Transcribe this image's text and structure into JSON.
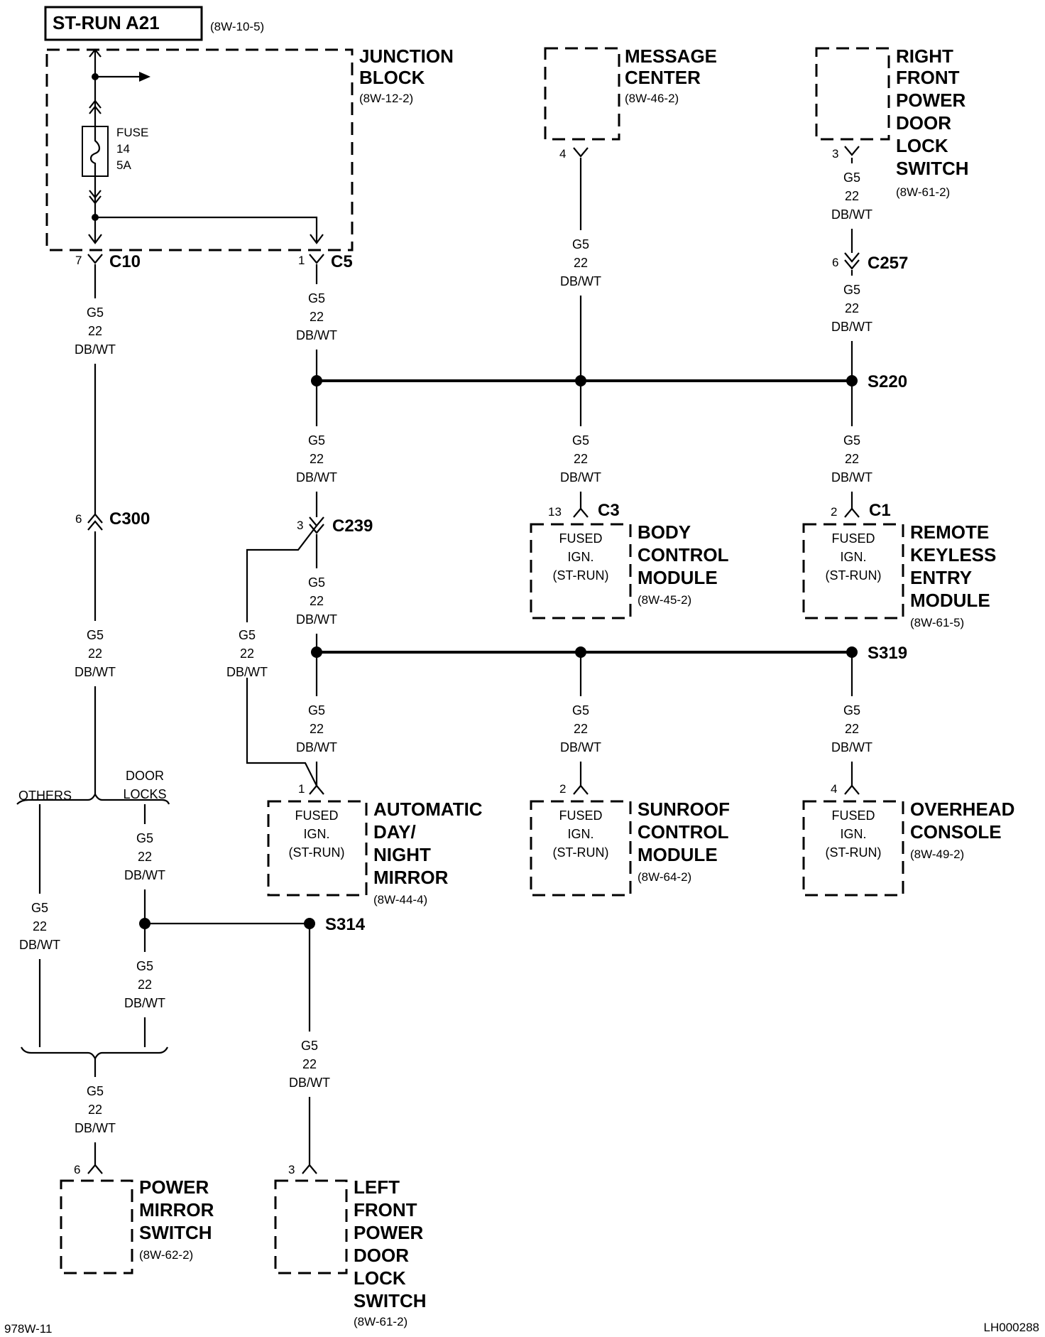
{
  "header": {
    "title": "ST-RUN A21",
    "ref": "(8W-10-5)"
  },
  "junction_block": {
    "name_lines": [
      "JUNCTION",
      "BLOCK"
    ],
    "ref": "(8W-12-2)"
  },
  "fuse": {
    "lines": [
      "FUSE",
      "14",
      "5A"
    ]
  },
  "wire": {
    "circuit": "G5",
    "gauge": "22",
    "color": "DB/WT"
  },
  "connectors": {
    "c10": {
      "pin": "7",
      "name": "C10"
    },
    "c5": {
      "pin": "1",
      "name": "C5"
    },
    "c257": {
      "pin": "6",
      "name": "C257"
    },
    "c300": {
      "pin": "6",
      "name": "C300"
    },
    "c239": {
      "pin": "3",
      "name": "C239"
    },
    "c3": {
      "pin": "13",
      "name": "C3"
    },
    "c1": {
      "pin": "2",
      "name": "C1"
    }
  },
  "splices": {
    "s220": "S220",
    "s319": "S319",
    "s314": "S314"
  },
  "branch": {
    "others": "OTHERS",
    "door_locks": [
      "DOOR",
      "LOCKS"
    ]
  },
  "fused_ign": [
    "FUSED",
    "IGN.",
    "(ST-RUN)"
  ],
  "components": {
    "message_center": {
      "pin": "4",
      "name_lines": [
        "MESSAGE",
        "CENTER"
      ],
      "ref": "(8W-46-2)"
    },
    "rf_door_lock_switch": {
      "pin": "3",
      "name_lines": [
        "RIGHT",
        "FRONT",
        "POWER",
        "DOOR",
        "LOCK",
        "SWITCH"
      ],
      "ref": "(8W-61-2)"
    },
    "body_control_module": {
      "name_lines": [
        "BODY",
        "CONTROL",
        "MODULE"
      ],
      "ref": "(8W-45-2)"
    },
    "remote_keyless_entry": {
      "name_lines": [
        "REMOTE",
        "KEYLESS",
        "ENTRY",
        "MODULE"
      ],
      "ref": "(8W-61-5)"
    },
    "auto_day_night_mirror": {
      "pin": "1",
      "name_lines": [
        "AUTOMATIC",
        "DAY/",
        "NIGHT",
        "MIRROR"
      ],
      "ref": "(8W-44-4)"
    },
    "sunroof_control_module": {
      "pin": "2",
      "name_lines": [
        "SUNROOF",
        "CONTROL",
        "MODULE"
      ],
      "ref": "(8W-64-2)"
    },
    "overhead_console": {
      "pin": "4",
      "name_lines": [
        "OVERHEAD",
        "CONSOLE"
      ],
      "ref": "(8W-49-2)"
    },
    "power_mirror_switch": {
      "pin": "6",
      "name_lines": [
        "POWER",
        "MIRROR",
        "SWITCH"
      ],
      "ref": "(8W-62-2)"
    },
    "lf_door_lock_switch": {
      "pin": "3",
      "name_lines": [
        "LEFT",
        "FRONT",
        "POWER",
        "DOOR",
        "LOCK",
        "SWITCH"
      ],
      "ref": "(8W-61-2)"
    }
  },
  "footer": {
    "left": "978W-11",
    "right": "LH000288"
  }
}
